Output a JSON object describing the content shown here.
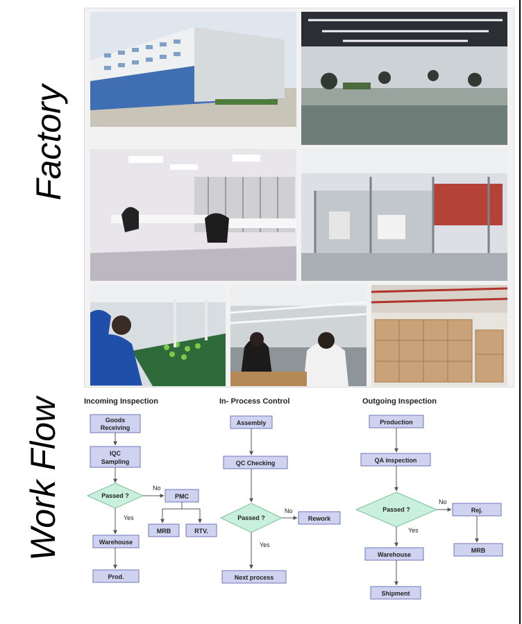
{
  "sections": {
    "factory_label": "Factory",
    "workflow_label": "Work Flow"
  },
  "photos": [
    {
      "id": "building",
      "subject": "factory-building"
    },
    {
      "id": "office",
      "subject": "open-office"
    },
    {
      "id": "meeting",
      "subject": "office-room"
    },
    {
      "id": "lab",
      "subject": "automation-line"
    },
    {
      "id": "assembly1",
      "subject": "assembly-workers"
    },
    {
      "id": "assembly2",
      "subject": "production-line"
    },
    {
      "id": "warehouse",
      "subject": "carton-warehouse"
    }
  ],
  "workflow": {
    "columns": [
      {
        "heading": "Incoming Inspection",
        "nodes": {
          "goods": "Goods\nReceiving",
          "iqc": "IQC\nSampling",
          "decision": "Passed ?",
          "pmc": "PMC",
          "mrb": "MRB",
          "rtv": "RTV.",
          "warehouse": "Warehouse",
          "prod": "Prod."
        },
        "labels": {
          "no": "No",
          "yes": "Yes"
        }
      },
      {
        "heading": "In- Process Control",
        "nodes": {
          "assembly": "Assembly",
          "qc": "QC Checking",
          "decision": "Passed ?",
          "rework": "Rework",
          "next": "Next process"
        },
        "labels": {
          "no": "No",
          "yes": "Yes"
        }
      },
      {
        "heading": "Outgoing Inspection",
        "nodes": {
          "production": "Production",
          "qa": "QA inspection",
          "decision": "Passed ?",
          "rej": "Rej.",
          "warehouse": "Warehouse",
          "mrb": "MRB",
          "shipment": "Shipment"
        },
        "labels": {
          "no": "No",
          "yes": "Yes"
        }
      }
    ]
  },
  "colors": {
    "box_fill": "#cfd3f0",
    "box_stroke": "#6c74b8",
    "diamond_fill": "#c8f0dc",
    "diamond_stroke": "#7abf9a",
    "arrow": "#555555"
  }
}
